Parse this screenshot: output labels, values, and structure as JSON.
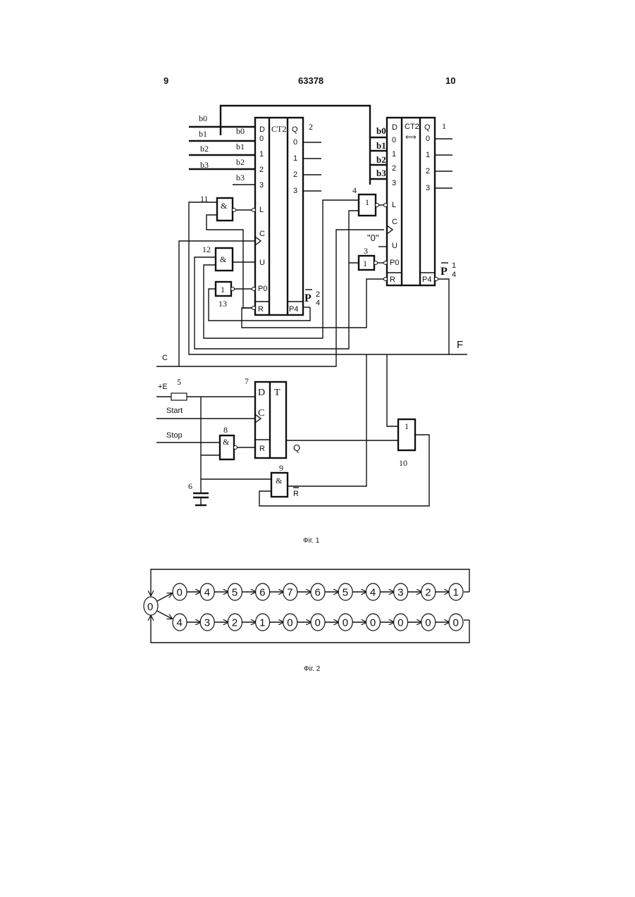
{
  "header": {
    "left": "9",
    "center": "63378",
    "right": "10"
  },
  "counter2": {
    "title": "CT2",
    "number": "2",
    "d_in": [
      "D",
      "0",
      "1",
      "2",
      "3"
    ],
    "ctrl": [
      "L",
      "C",
      "U",
      "P0",
      "R"
    ],
    "q_out": [
      "Q",
      "0",
      "1",
      "2",
      "3"
    ],
    "p4": "P4",
    "p_bar": "P",
    "p_sup": "2",
    "p_sub": "4"
  },
  "counter1": {
    "title": "CT2",
    "number": "1",
    "arrow": "⟺",
    "d_in": [
      "D",
      "0",
      "1",
      "2",
      "3"
    ],
    "ctrl": [
      "L",
      "C",
      "U",
      "P0",
      "R"
    ],
    "q_out": [
      "Q",
      "0",
      "1",
      "2",
      "3"
    ],
    "p4": "P4",
    "p_bar": "P",
    "p_sup": "1",
    "p_sub": "4"
  },
  "inputs_b": [
    "b0",
    "b1",
    "b2",
    "b3"
  ],
  "gates": {
    "g11": {
      "num": "11",
      "sym": "&"
    },
    "g12": {
      "num": "12",
      "sym": "&"
    },
    "g13": {
      "num": "13",
      "sym": "1"
    },
    "g4": {
      "num": "4",
      "sym": "1"
    },
    "g3": {
      "num": "3",
      "sym": "1"
    },
    "g8": {
      "num": "8",
      "sym": "&"
    },
    "g9": {
      "num": "9",
      "sym": "&"
    },
    "g10": {
      "num": "10",
      "sym": "1"
    }
  },
  "trigger": {
    "num": "7",
    "d": "D",
    "t": "T",
    "c": "C",
    "r": "R"
  },
  "labels": {
    "zero_const": "\"0\"",
    "f": "F",
    "c": "C",
    "plus_e": "+E",
    "r5": "5",
    "start": "Start",
    "stop": "Stop",
    "q": "Q",
    "r_bar": "R",
    "cap6": "6"
  },
  "fig1_caption": "Фiг. 1",
  "fig2": {
    "start": "0",
    "top_row": [
      "0",
      "4",
      "5",
      "6",
      "7",
      "6",
      "5",
      "4",
      "3",
      "2",
      "1"
    ],
    "bottom_row": [
      "4",
      "3",
      "2",
      "1",
      "0",
      "0",
      "0",
      "0",
      "0",
      "0",
      "0"
    ]
  },
  "fig2_caption": "Фiг. 2"
}
